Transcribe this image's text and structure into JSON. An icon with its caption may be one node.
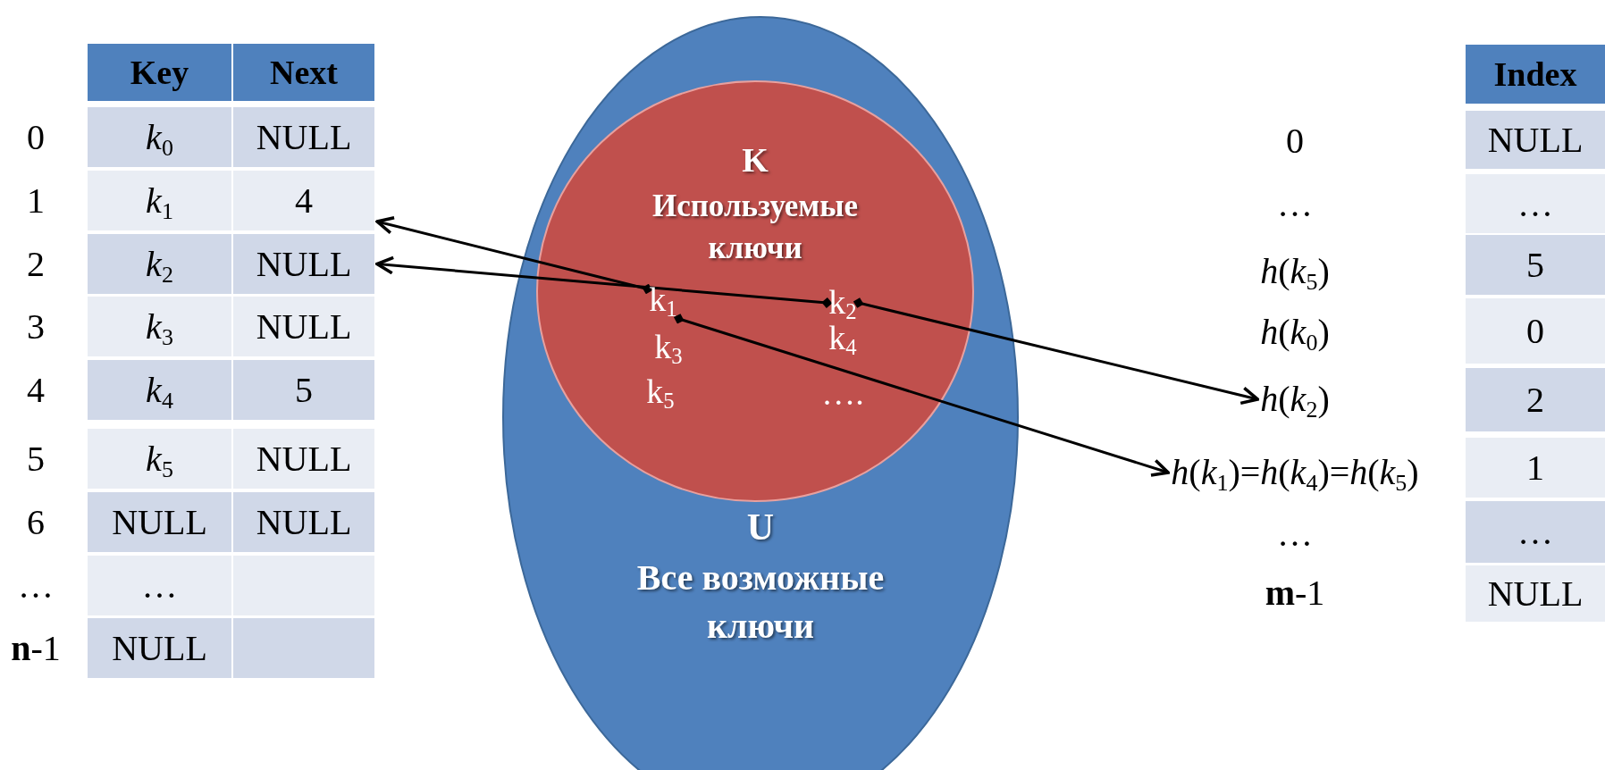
{
  "diagram": {
    "nodes": [
      {
        "text": [
          "4"
        ]
      },
      {
        "text": [
          "NULL"
        ]
      },
      {
        "text": [
          "U",
          "Все возможные ключи"
        ]
      },
      {
        "text": [
          "K",
          "Используемые ключи"
        ],
        "in": 2
      },
      {
        "text": [
          "k$_{1}$"
        ],
        "in": 3
      },
      {
        "text": [
          "k$_{2}$"
        ],
        "in": 3
      },
      {
        "text": [
          "*h*(*k*$_{2}$)"
        ]
      },
      {
        "text": [
          "*h*(*k*$_{1}$)=*h*(*k*$_{4}$)=*h*(*k*$_{5}$)"
        ]
      }
    ],
    "edges": [
      {
        "from": 4,
        "to": 0,
        "arrow": "to"
      },
      {
        "from": 5,
        "to": 1,
        "arrow": "to"
      },
      {
        "from": 5,
        "to": 6,
        "arrow": "to"
      },
      {
        "from": 4,
        "to": 7,
        "arrow": "to"
      }
    ],
    "labels": [
      "Key",
      "Next",
      "0",
      "*k*$_{0}$",
      "NULL",
      "1",
      "*k*$_{1}$",
      "2",
      "*k*$_{2}$",
      "3",
      "*k*$_{3}$",
      "NULL",
      "4",
      "*k*$_{4}$",
      "5",
      "5",
      "*k*$_{5}$",
      "NULL",
      "6",
      "NULL",
      "NULL",
      "…",
      "…",
      "**n**-1",
      "NULL",
      "k$_{3}$",
      "k$_{4}$",
      "k$_{5}$",
      "….",
      "0",
      "…",
      "*h*(*k*$_{5}$)",
      "*h*(*k*$_{0}$)",
      "…",
      "**m**-1",
      "Index",
      "NULL",
      "…",
      "5",
      "0",
      "2",
      "1",
      "…",
      "NULL"
    ]
  }
}
